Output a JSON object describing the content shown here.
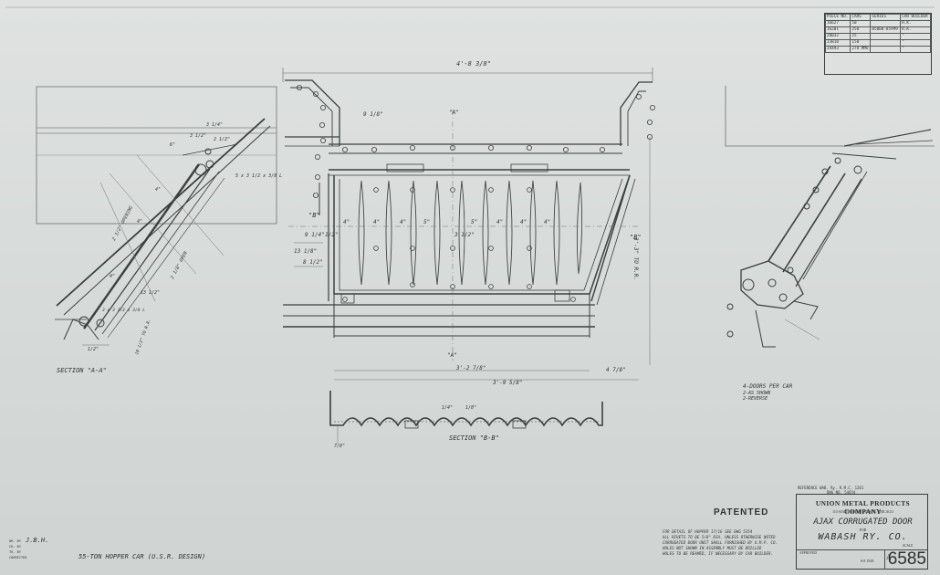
{
  "revision_table": {
    "header": [
      "PIECE NO.",
      "CARS",
      "SERIES",
      "CAR BUILDER"
    ],
    "rows": [
      [
        "16627",
        "50",
        "",
        "R.K."
      ],
      [
        "16201",
        "250",
        "85000-85999",
        "R.K."
      ],
      [
        "20032",
        "25",
        "",
        "\""
      ],
      [
        "23810",
        "150",
        "",
        "\""
      ],
      [
        "24493",
        "278 MMO",
        "",
        "\""
      ]
    ]
  },
  "plan": {
    "overall_width": "4'-8 3/8\"",
    "section_marker_top": "\"A\"",
    "section_marker_bottom": "\"A\"",
    "dim_top_left": "9 1/8\"",
    "dim_mid_left_1": "13 1/8\"",
    "dim_mid_left_2": "9 1/4\"",
    "dim_mid_left_3": "8 1/2\"",
    "dim_gap": "1/2\"",
    "dim_center": "3 1/2\"",
    "dim_right_vertical": "3'-3\" TO R.R.",
    "dim_b_right": "\"B\"",
    "dim_b_left": "\"B\"",
    "spacing_labels": [
      "4\"",
      "4\"",
      "4\"",
      "5\"",
      "5\"",
      "4\"",
      "4\"",
      "4\""
    ],
    "bottom_dim_1": "3'-2 7/8\"",
    "bottom_dim_2": "3'-9 5/8\"",
    "bottom_dim_3": "4 7/8\""
  },
  "section_aa": {
    "title": "SECTION \"A-A\"",
    "labels": [
      "5 x 3 1/2 x 3/8 L",
      "2 1/2\" OPENING",
      "4\"",
      "4\"",
      "2 1/8\" OPEN",
      "13 1/2\"",
      "3 x 3 1/2 x 3/8 L",
      "1/2\"",
      "10 1/2\" TO R.R.",
      "6\"",
      "3 1/2\"",
      "4\"",
      "3 1/4\"",
      "2 1/2\""
    ]
  },
  "section_bb": {
    "title": "SECTION \"B-B\"",
    "dim_top_1": "1/4\"",
    "dim_top_2": "1/8\"",
    "dim_left": "7/8\""
  },
  "doors_note": {
    "line1": "4-DOORS PER CAR",
    "line2": "2-AS SHOWN",
    "line3": "2-REVERSE"
  },
  "patented": "PATENTED",
  "note": {
    "line1": "FOR DETAIL OF HOPPER 17/16 SEE DWG 5354",
    "line2": "ALL RIVETS TO BE 5/8\" DIA. UNLESS OTHERWISE NOTED",
    "line3": "CORRUGATED DOOR UNIT SHALL FURNISHED BY U.M.P. CO.",
    "line4": "HOLES NOT SHOWN IN ASSEMBLY MUST BE DRILLED",
    "line5": "HOLES TO BE REAMED, IF NECESSARY BY CAR BUILDER."
  },
  "reference": {
    "line1": "REFERENCE  WAB. Ry. R.M.C. 1281",
    "line2": "DWG NO. 54654"
  },
  "title_block": {
    "company": "UNION METAL PRODUCTS COMPANY",
    "address": "110 SOUTH MICHIGAN AVE. CHICAGO",
    "title": "AJAX CORRUGATED DOOR",
    "for": "FOR",
    "railroad": "WABASH RY. CO.",
    "scale": "SCALE",
    "approved": "APPROVED",
    "date": "6-8 1928",
    "letter": "A",
    "drawing_number": "6585"
  },
  "car_note": "55-TON HOPPER CAR (U.S.R. DESIGN)",
  "initials": {
    "dr": "DR. BY",
    "ch": "CH. BY",
    "tr": "TR. BY",
    "corrected": "CORRECTED",
    "signature": "J.B.H."
  }
}
